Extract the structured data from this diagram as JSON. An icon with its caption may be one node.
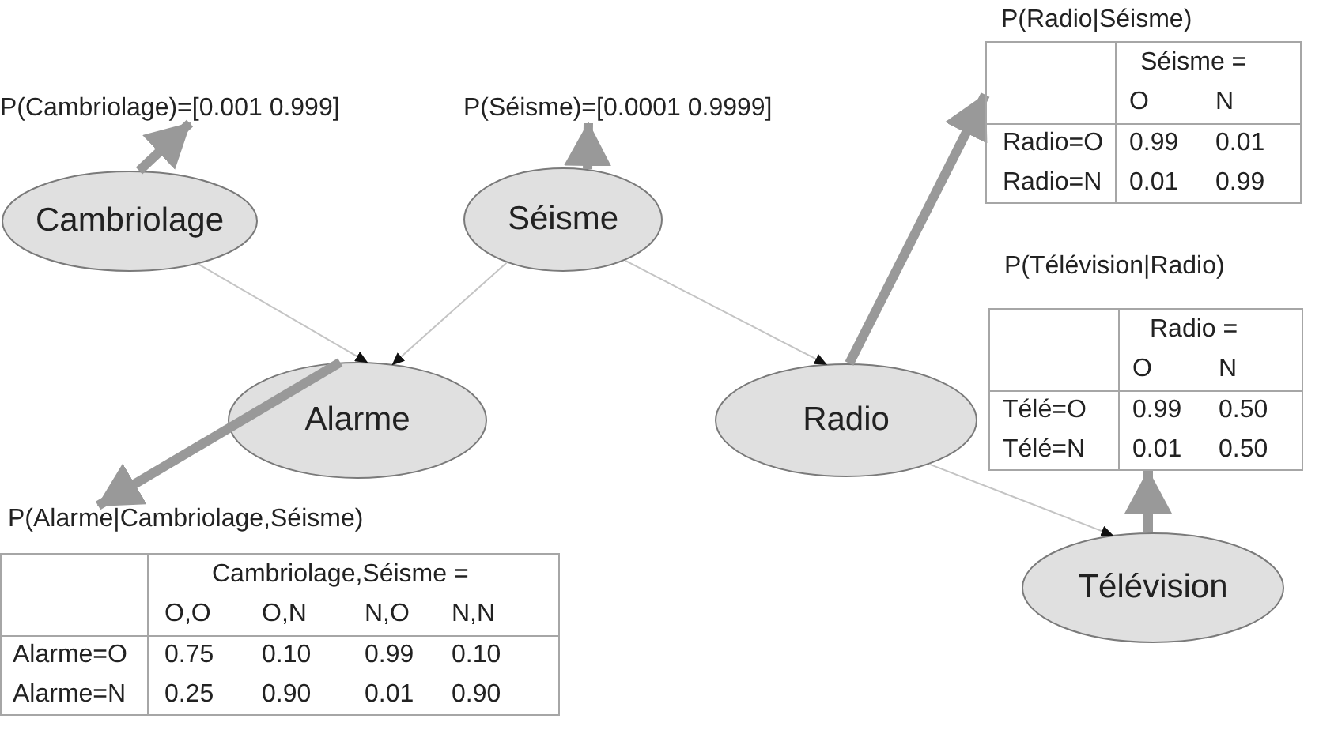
{
  "diagram": {
    "nodes": [
      {
        "text": [
          "P(Cambriolage)=[0.001 0.999]"
        ]
      },
      {
        "text": [
          "P(Séisme)=[0.0001 0.9999]"
        ]
      },
      {
        "text": [
          "P(Radio|Séisme)",
          "Séisme =",
          "O",
          "N",
          "Radio=O",
          "0.99",
          "0.01",
          "Radio=N",
          "0.01",
          "0.99"
        ]
      },
      {
        "text": [
          "Cambriolage"
        ]
      },
      {
        "text": [
          "Séisme"
        ]
      },
      {
        "text": [
          "P(Télévision|Radio)",
          "Radio =",
          "O",
          "N",
          "Télé=O",
          "0.99",
          "0.50",
          "Télé=N",
          "0.01",
          "0.50"
        ]
      },
      {
        "text": [
          "Alarme"
        ]
      },
      {
        "text": [
          "Radio"
        ]
      },
      {
        "text": [
          "P(Alarme|Cambriolage,Séisme)",
          "Cambriolage,Séisme =",
          "O,O",
          "O,N",
          "N,O",
          "N,N",
          "Alarme=O",
          "0.75",
          "0.10",
          "0.99",
          "0.10",
          "Alarme=N",
          "0.25",
          "0.90",
          "0.01",
          "0.90"
        ]
      },
      {
        "text": [
          "Télévision"
        ]
      }
    ],
    "edges": [
      {
        "from": 3,
        "to": 6,
        "arrow": "to",
        "color": "#c4c4c4"
      },
      {
        "from": 4,
        "to": 6,
        "arrow": "to",
        "color": "#c4c4c4"
      },
      {
        "from": 4,
        "to": 7,
        "arrow": "to",
        "color": "#c4c4c4"
      },
      {
        "from": 7,
        "to": 9,
        "arrow": "to",
        "color": "#c4c4c4"
      },
      {
        "from": 3,
        "to": 0,
        "arrow": "to"
      },
      {
        "from": 4,
        "to": 1,
        "arrow": "to"
      },
      {
        "from": 7,
        "to": 2,
        "arrow": "to"
      },
      {
        "from": 6,
        "to": 8,
        "arrow": "to"
      },
      {
        "from": 9,
        "to": 5,
        "arrow": "to"
      }
    ]
  }
}
